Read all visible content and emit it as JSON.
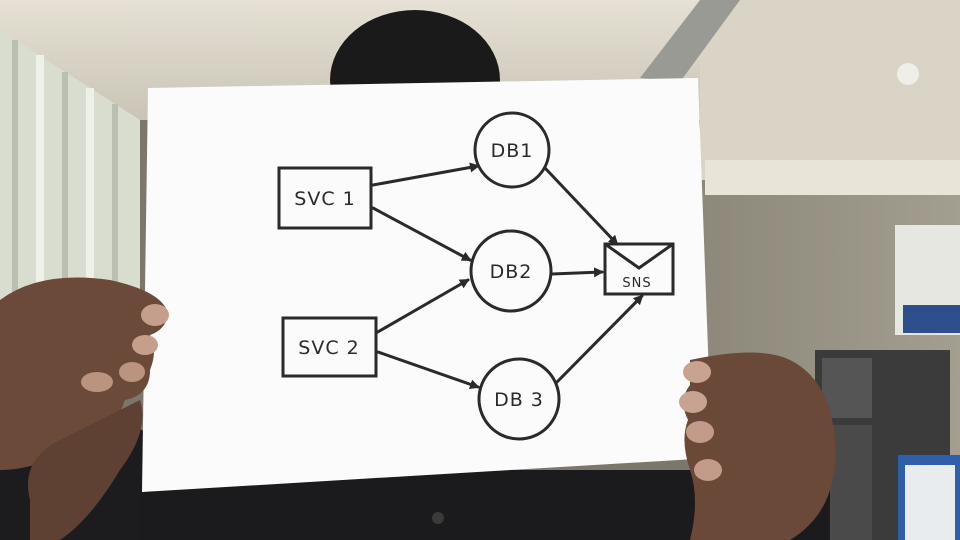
{
  "diagram": {
    "nodes": {
      "svc1": {
        "label": "SVC 1",
        "shape": "rectangle"
      },
      "svc2": {
        "label": "SVC 2",
        "shape": "rectangle"
      },
      "db1": {
        "label": "DB1",
        "shape": "circle"
      },
      "db2": {
        "label": "DB2",
        "shape": "circle"
      },
      "db3": {
        "label": "DB 3",
        "shape": "circle"
      },
      "sns": {
        "label": "SNS",
        "shape": "envelope"
      }
    },
    "edges": [
      {
        "from": "SVC 1",
        "to": "DB1"
      },
      {
        "from": "SVC 1",
        "to": "DB2"
      },
      {
        "from": "SVC 2",
        "to": "DB2"
      },
      {
        "from": "SVC 2",
        "to": "DB 3"
      },
      {
        "from": "DB1",
        "to": "SNS"
      },
      {
        "from": "DB2",
        "to": "SNS"
      },
      {
        "from": "DB 3",
        "to": "SNS"
      }
    ],
    "ink_color": "#2a2a2a",
    "paper_color": "#fbfbfb"
  }
}
